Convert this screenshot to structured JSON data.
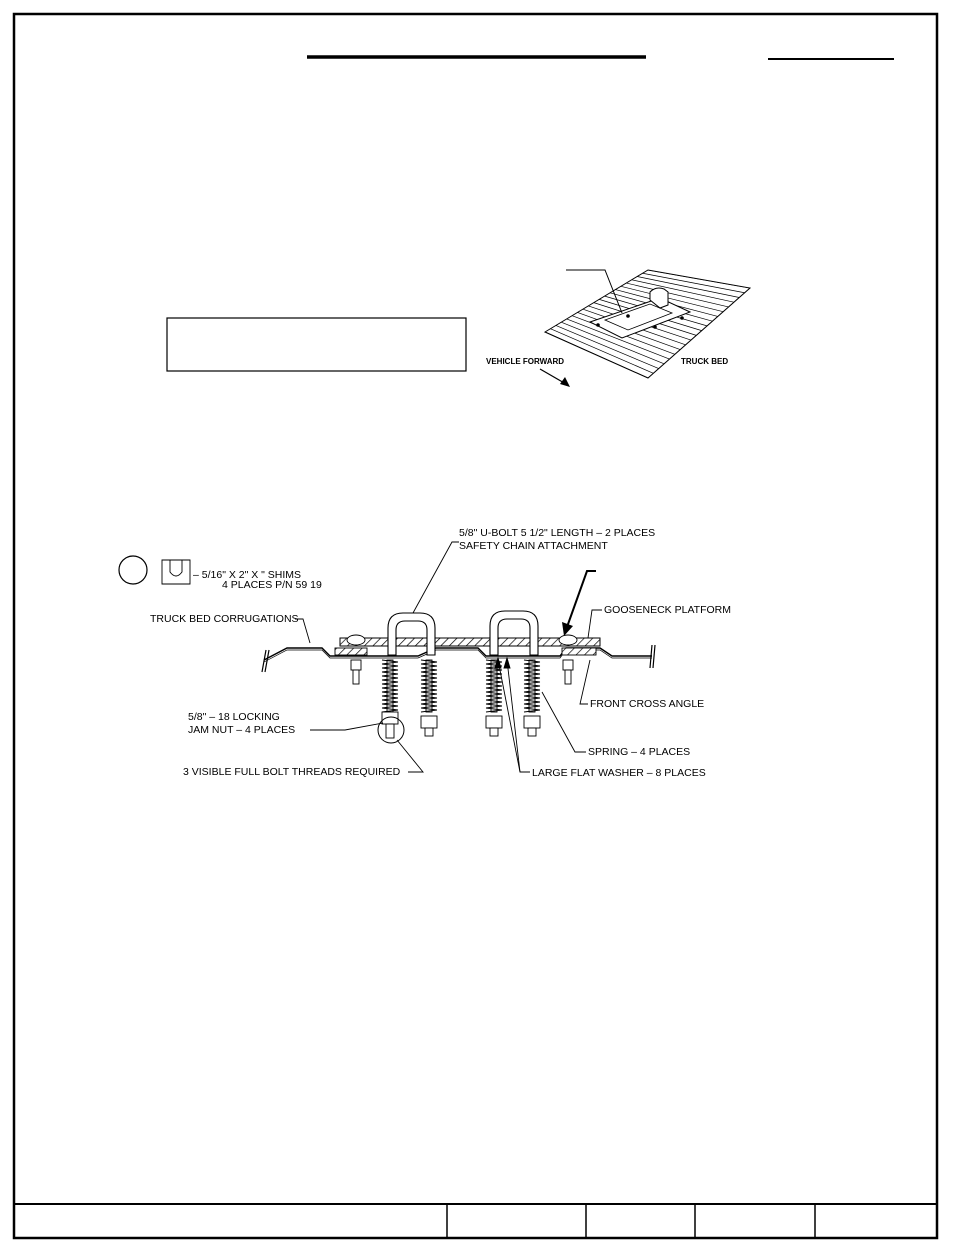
{
  "top_view": {
    "vehicle_forward": "VEHICLE FORWARD",
    "truck_bed": "TRUCK BED"
  },
  "section": {
    "shim_label_1": "– 5/16\" X 2\" X  \" SHIMS",
    "shim_label_2": "4 PLACES P/N 59 19",
    "u_bolt_1": "5/8\" U-BOLT 5 1/2\" LENGTH – 2 PLACES",
    "u_bolt_2": "SAFETY CHAIN ATTACHMENT",
    "corrugations": "TRUCK BED CORRUGATIONS",
    "gooseneck": "GOOSENECK PLATFORM",
    "front_cross_angle": "FRONT CROSS ANGLE",
    "jam_nut_1": "5/8\" – 18 LOCKING",
    "jam_nut_2": "JAM NUT – 4 PLACES",
    "spring": "SPRING – 4 PLACES",
    "threads": "3 VISIBLE FULL BOLT THREADS REQUIRED",
    "washer": "LARGE FLAT WASHER – 8 PLACES"
  }
}
